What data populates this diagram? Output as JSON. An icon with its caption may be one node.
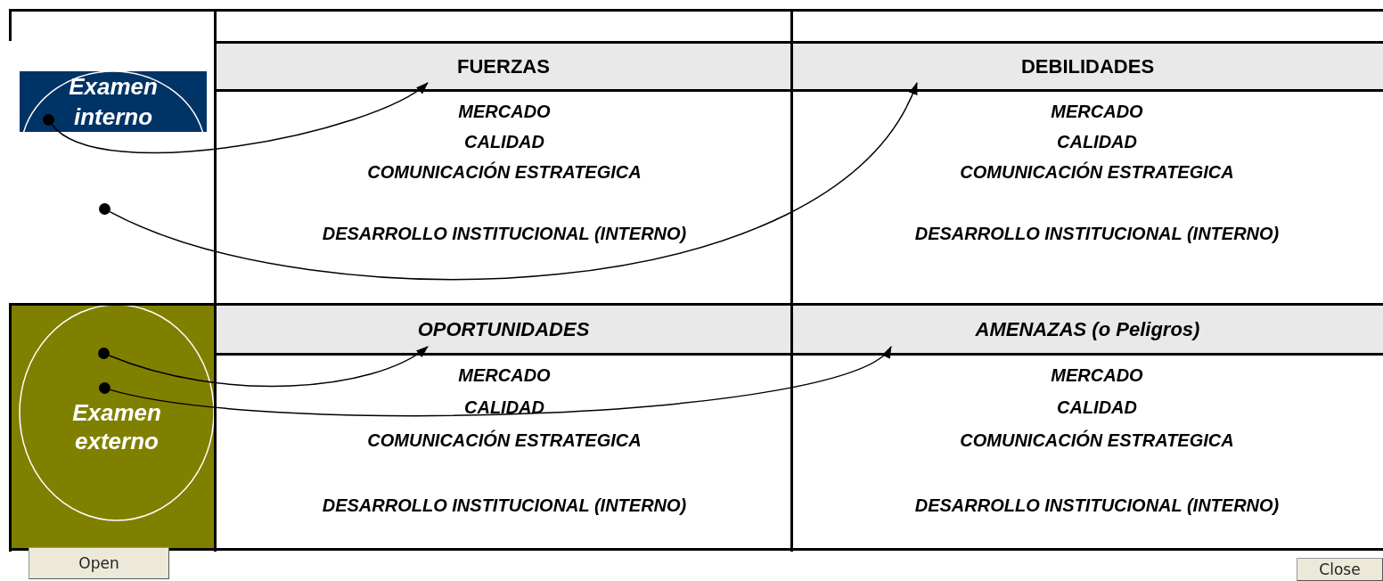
{
  "diagram": {
    "nodes": [
      {
        "text": [
          "Examen interno"
        ]
      },
      {
        "text": [
          "Examen externo"
        ]
      },
      {
        "text": [
          "FUERZAS"
        ]
      },
      {
        "text": [
          "DEBILIDADES"
        ]
      },
      {
        "text": [
          "OPORTUNIDADES"
        ]
      },
      {
        "text": [
          "AMENAZAS (o Peligros)"
        ]
      },
      {
        "text": [],
        "shape": "circle",
        "in": 0
      },
      {
        "text": [],
        "shape": "circle"
      },
      {
        "text": [],
        "shape": "circle",
        "in": 1
      },
      {
        "text": [],
        "shape": "circle",
        "in": 1
      }
    ],
    "edges": [
      {
        "from": 6,
        "to": 2,
        "arrow": "to"
      },
      {
        "from": 7,
        "to": 3,
        "arrow": "to"
      },
      {
        "from": 8,
        "to": 4,
        "arrow": "to"
      },
      {
        "from": 9,
        "to": 5,
        "arrow": "to"
      }
    ],
    "labels": [
      "MERCADO",
      "MERCADO",
      "CALIDAD",
      "CALIDAD",
      "COMUNICACIÓN ESTRATEGICA",
      "COMUNICACIÓN ESTRATEGICA",
      "DESARROLLO INSTITUCIONAL (INTERNO)",
      "DESARROLLO INSTITUCIONAL (INTERNO)",
      "MERCADO",
      "MERCADO",
      "CALIDAD",
      "CALIDAD",
      "COMUNICACIÓN ESTRATEGICA",
      "COMUNICACIÓN ESTRATEGICA",
      "DESARROLLO INSTITUCIONAL (INTERNO)",
      "DESARROLLO INSTITUCIONAL (INTERNO)",
      "Open",
      "Close"
    ]
  }
}
